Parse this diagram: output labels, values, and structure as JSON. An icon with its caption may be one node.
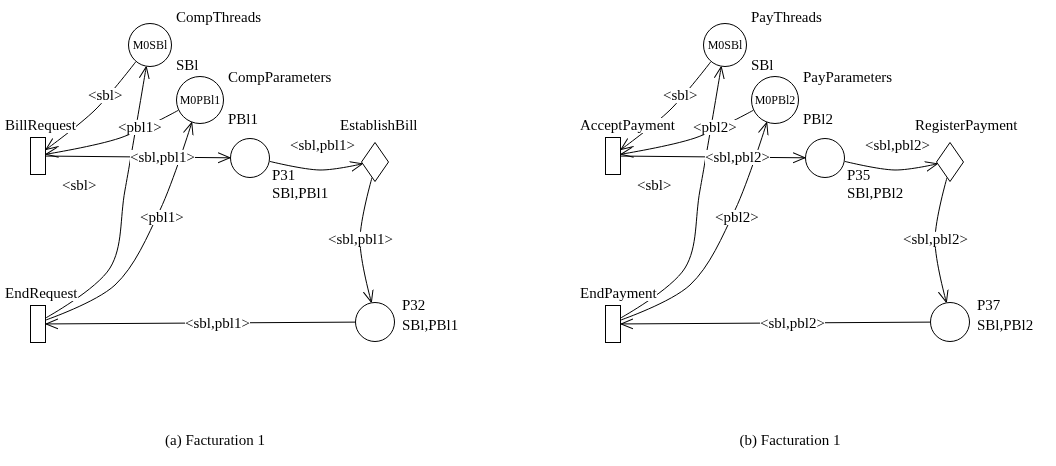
{
  "diagram": {
    "nodes": [
      {
        "text": [
          "CompThreads",
          "M0SBl",
          "SBl"
        ]
      },
      {
        "text": [
          "CompParameters",
          "M0PBl1",
          "PBl1"
        ]
      },
      {
        "text": [
          "BillRequest"
        ]
      },
      {
        "text": [
          "P31",
          "SBl,PBl1"
        ]
      },
      {
        "text": [
          "EstablishBill"
        ]
      },
      {
        "text": [
          "P32",
          "SBl,PBl1"
        ]
      },
      {
        "text": [
          "EndRequest"
        ]
      },
      {
        "text": [
          "PayThreads",
          "M0SBl",
          "SBl"
        ]
      },
      {
        "text": [
          "PayParameters",
          "M0PBl2",
          "PBl2"
        ]
      },
      {
        "text": [
          "AcceptPayment"
        ]
      },
      {
        "text": [
          "P35",
          "SBl,PBl2"
        ]
      },
      {
        "text": [
          "RegisterPayment"
        ]
      },
      {
        "text": [
          "P37",
          "SBl,PBl2"
        ]
      },
      {
        "text": [
          "EndPayment"
        ]
      }
    ],
    "edges": [
      {
        "from": 0,
        "to": 2,
        "arrow": "to",
        "label": "<sbl>"
      },
      {
        "from": 1,
        "to": 2,
        "arrow": "to",
        "label": "<pbl1>"
      },
      {
        "from": 2,
        "to": 3,
        "arrow": "to",
        "label": "<sbl,pbl1>"
      },
      {
        "from": 3,
        "to": 4,
        "arrow": "to",
        "label": "<sbl,pbl1>"
      },
      {
        "from": 4,
        "to": 5,
        "arrow": "to",
        "label": "<sbl,pbl1>"
      },
      {
        "from": 5,
        "to": 6,
        "arrow": "to",
        "label": "<sbl,pbl1>"
      },
      {
        "from": 6,
        "to": 0,
        "arrow": "to",
        "label": "<sbl>"
      },
      {
        "from": 6,
        "to": 1,
        "arrow": "to",
        "label": "<pbl1>"
      },
      {
        "from": 7,
        "to": 9,
        "arrow": "to",
        "label": "<sbl>"
      },
      {
        "from": 8,
        "to": 9,
        "arrow": "to",
        "label": "<pbl2>"
      },
      {
        "from": 9,
        "to": 10,
        "arrow": "to",
        "label": "<sbl,pbl2>"
      },
      {
        "from": 10,
        "to": 11,
        "arrow": "to",
        "label": "<sbl,pbl2>"
      },
      {
        "from": 11,
        "to": 12,
        "arrow": "to",
        "label": "<sbl,pbl2>"
      },
      {
        "from": 12,
        "to": 13,
        "arrow": "to",
        "label": "<sbl,pbl2>"
      },
      {
        "from": 13,
        "to": 7,
        "arrow": "to",
        "label": "<sbl>"
      },
      {
        "from": 13,
        "to": 8,
        "arrow": "to",
        "label": "<pbl2>"
      }
    ],
    "labels": [
      "(a) Facturation 1",
      "(b) Facturation 1"
    ]
  }
}
